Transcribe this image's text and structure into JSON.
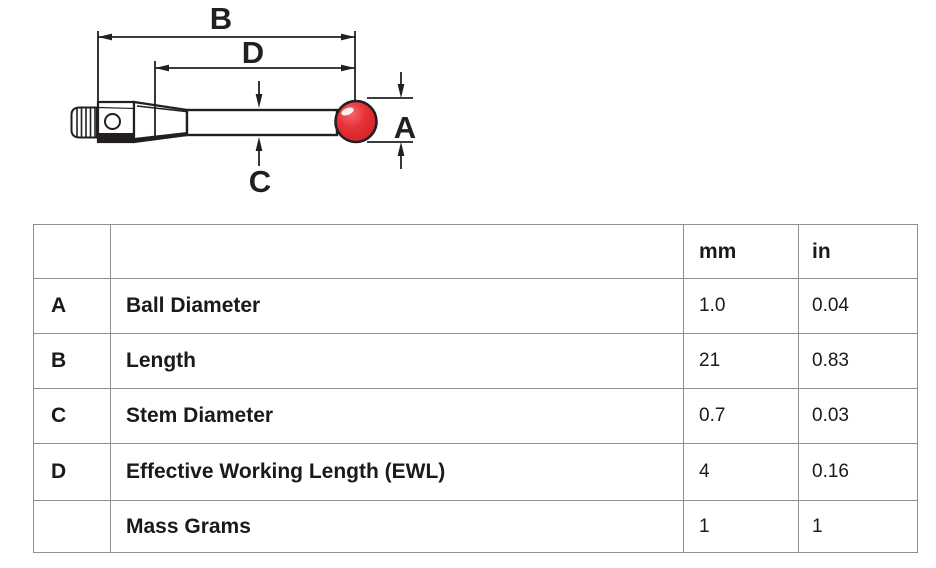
{
  "colors": {
    "line": "#231f20",
    "table_border": "#8f8f8f",
    "text": "#1a1a1a",
    "ball": "#e73137"
  },
  "diagram": {
    "dim_labels": {
      "A": "A",
      "B": "B",
      "C": "C",
      "D": "D"
    }
  },
  "table": {
    "headers": {
      "letter": "",
      "description": "",
      "mm": "mm",
      "in": "in"
    },
    "rows": [
      {
        "letter": "A",
        "description": "Ball Diameter",
        "mm": "1.0",
        "in": "0.04"
      },
      {
        "letter": "B",
        "description": "Length",
        "mm": "21",
        "in": "0.83"
      },
      {
        "letter": "C",
        "description": "Stem Diameter",
        "mm": "0.7",
        "in": "0.03"
      },
      {
        "letter": "D",
        "description": "Effective Working Length (EWL)",
        "mm": "4",
        "in": "0.16"
      },
      {
        "letter": "",
        "description": "Mass Grams",
        "mm": "1",
        "in": "1"
      }
    ]
  }
}
